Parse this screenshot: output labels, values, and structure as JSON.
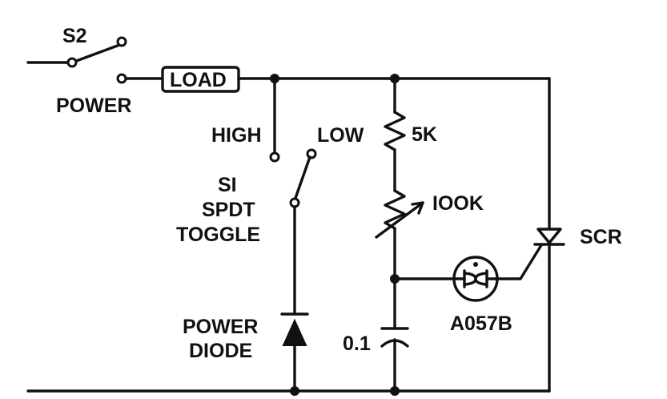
{
  "diagram": {
    "title": "SCR power control circuit",
    "labels": {
      "s2": "S2",
      "power": "POWER",
      "load": "LOAD",
      "high": "HIGH",
      "low": "LOW",
      "s1": "SI",
      "spdt": "SPDT",
      "toggle": "TOGGLE",
      "r1": "5K",
      "r2": "IOOK",
      "scr": "SCR",
      "diac": "A057B",
      "power_diode_1": "POWER",
      "power_diode_2": "DIODE",
      "cap": "0.1"
    }
  }
}
